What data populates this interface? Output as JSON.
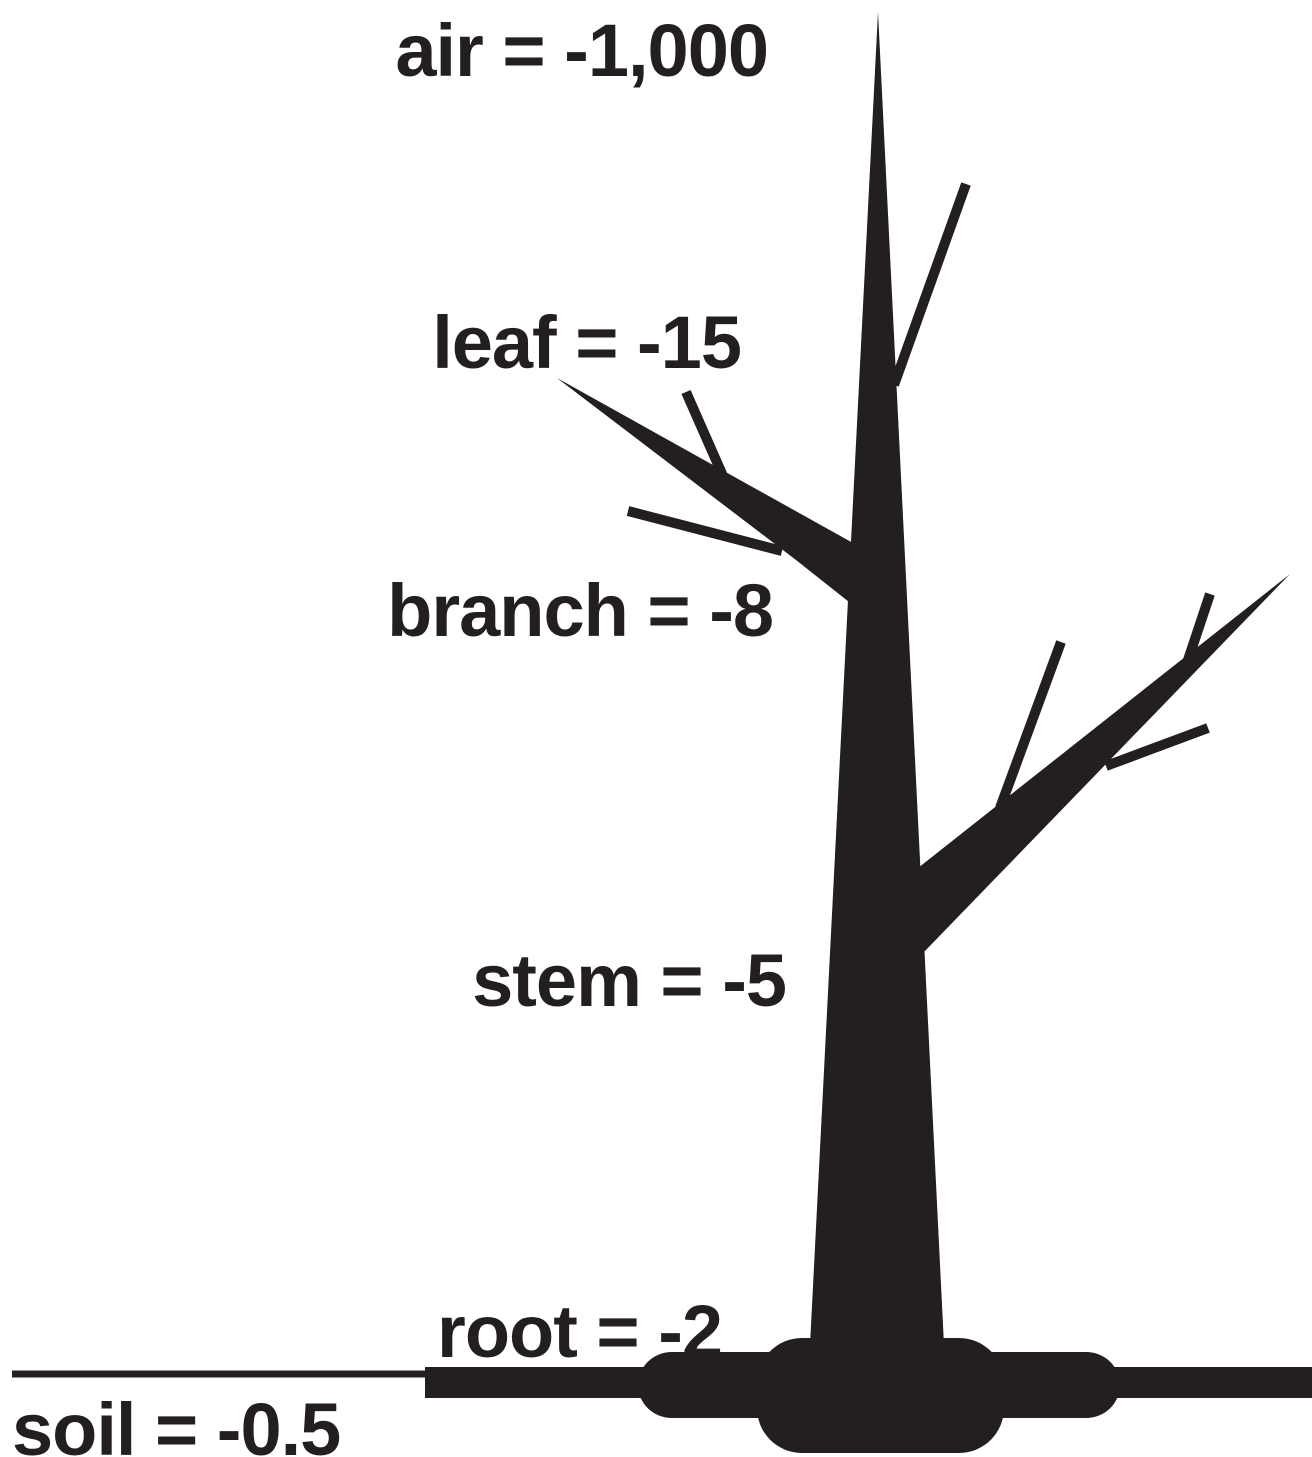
{
  "colors": {
    "ink": "#231f20",
    "background": "#ffffff"
  },
  "labels": {
    "air": "air = -1,000",
    "leaf": "leaf = -15",
    "branch": "branch = -8",
    "stem": "stem = -5",
    "root": "root = -2",
    "soil": "soil = -0.5"
  }
}
